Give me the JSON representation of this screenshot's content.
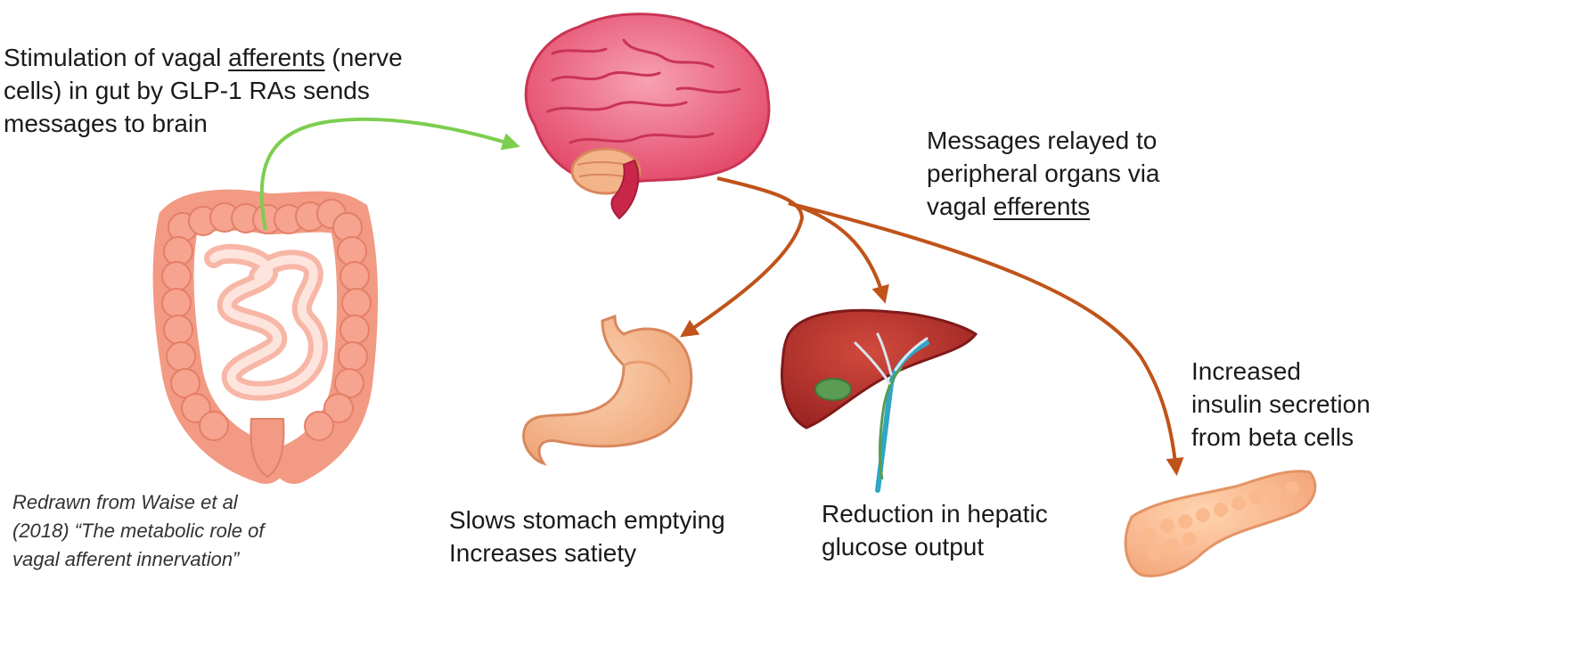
{
  "colors": {
    "gut_to_brain_arrow": "#7cce4f",
    "efferent_arrows": "#c0531a",
    "text": "#1a1a1a"
  },
  "labels": {
    "vagal_afferent": {
      "line1_pre": "Stimulation of vagal ",
      "line1_underlined": "afferents",
      "line1_post": " (nerve",
      "line2": "cells) in gut by GLP-1 RAs sends",
      "line3": "messages to brain"
    },
    "vagal_efferent": {
      "line1": "Messages relayed to",
      "line2": "peripheral organs via",
      "line3_pre": "vagal ",
      "line3_underlined": "efferents"
    },
    "stomach_effect": {
      "line1": "Slows stomach emptying",
      "line2": "Increases satiety"
    },
    "liver_effect": {
      "line1": "Reduction in hepatic",
      "line2": "glucose output"
    },
    "pancreas_effect": {
      "line1": "Increased",
      "line2": "insulin secretion",
      "line3": "from beta cells"
    },
    "citation": {
      "line1": "Redrawn from Waise et al",
      "line2": "(2018) “The metabolic role of",
      "line3": "vagal afferent innervation”"
    }
  },
  "illustrations": [
    "brain",
    "intestines",
    "stomach",
    "liver",
    "pancreas"
  ]
}
